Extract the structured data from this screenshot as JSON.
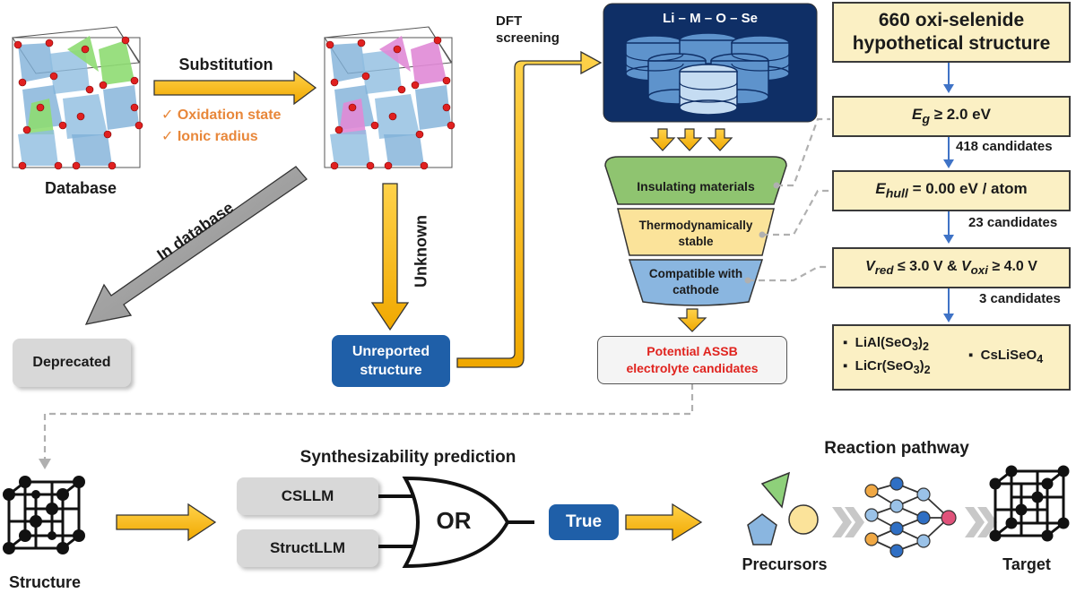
{
  "labels": {
    "database": "Database",
    "substitution": "Substitution",
    "check1": "✓ Oxidation state",
    "check2": "✓ Ionic radius",
    "in_database": "In database",
    "unknown": "Unknown",
    "deprecated": "Deprecated",
    "unreported": "Unreported structure",
    "dft": "DFT screening",
    "db_title": "Li – M – O – Se",
    "funnel1": "Insulating materials",
    "funnel2": "Thermodynamically stable",
    "funnel3": "Compatible with cathode",
    "potential": "Potential ASSB electrolyte candidates",
    "structure": "Structure",
    "synth": "Synthesizability prediction",
    "csllm": "CSLLM",
    "structllm": "StructLLM",
    "or": "OR",
    "true": "True",
    "reaction": "Reaction pathway",
    "precursors": "Precursors",
    "target": "Target"
  },
  "screening": {
    "top": "660 oxi-selenide hypothetical structure",
    "c1_lhs": "E",
    "c1_sub": "g",
    "c1_rhs": " ≥ 2.0 eV",
    "n1": "418 candidates",
    "c2_lhs": "E",
    "c2_sub": "hull",
    "c2_rhs": " = 0.00 eV / atom",
    "n2": "23 candidates",
    "c3_a": "V",
    "c3_a_sub": "red",
    "c3_b": " ≤ 3.0 V & ",
    "c3_c": "V",
    "c3_c_sub": "oxi",
    "c3_d": " ≥ 4.0 V",
    "n3": "3 candidates"
  },
  "candidates": {
    "c1_a": "LiAl(SeO",
    "c1_sub": "3",
    "c1_b": ")",
    "c1_sub2": "2",
    "c2_a": "LiCr(SeO",
    "c2_sub": "3",
    "c2_b": ")",
    "c2_sub2": "2",
    "c3_a": "CsLiSeO",
    "c3_sub": "4"
  }
}
